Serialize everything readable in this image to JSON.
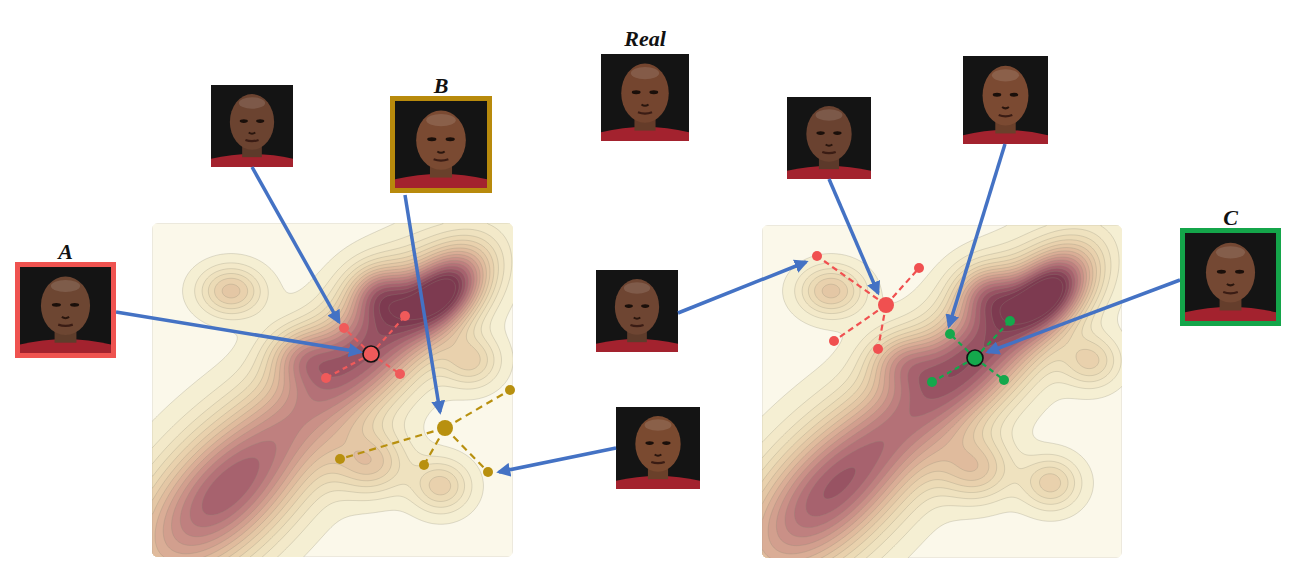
{
  "diagram": {
    "nodes": [
      {
        "text": [
          "A"
        ]
      },
      {
        "text": [
          "B"
        ]
      },
      {
        "text": [
          "Real"
        ]
      },
      {
        "text": [
          "C"
        ]
      }
    ]
  }
}
